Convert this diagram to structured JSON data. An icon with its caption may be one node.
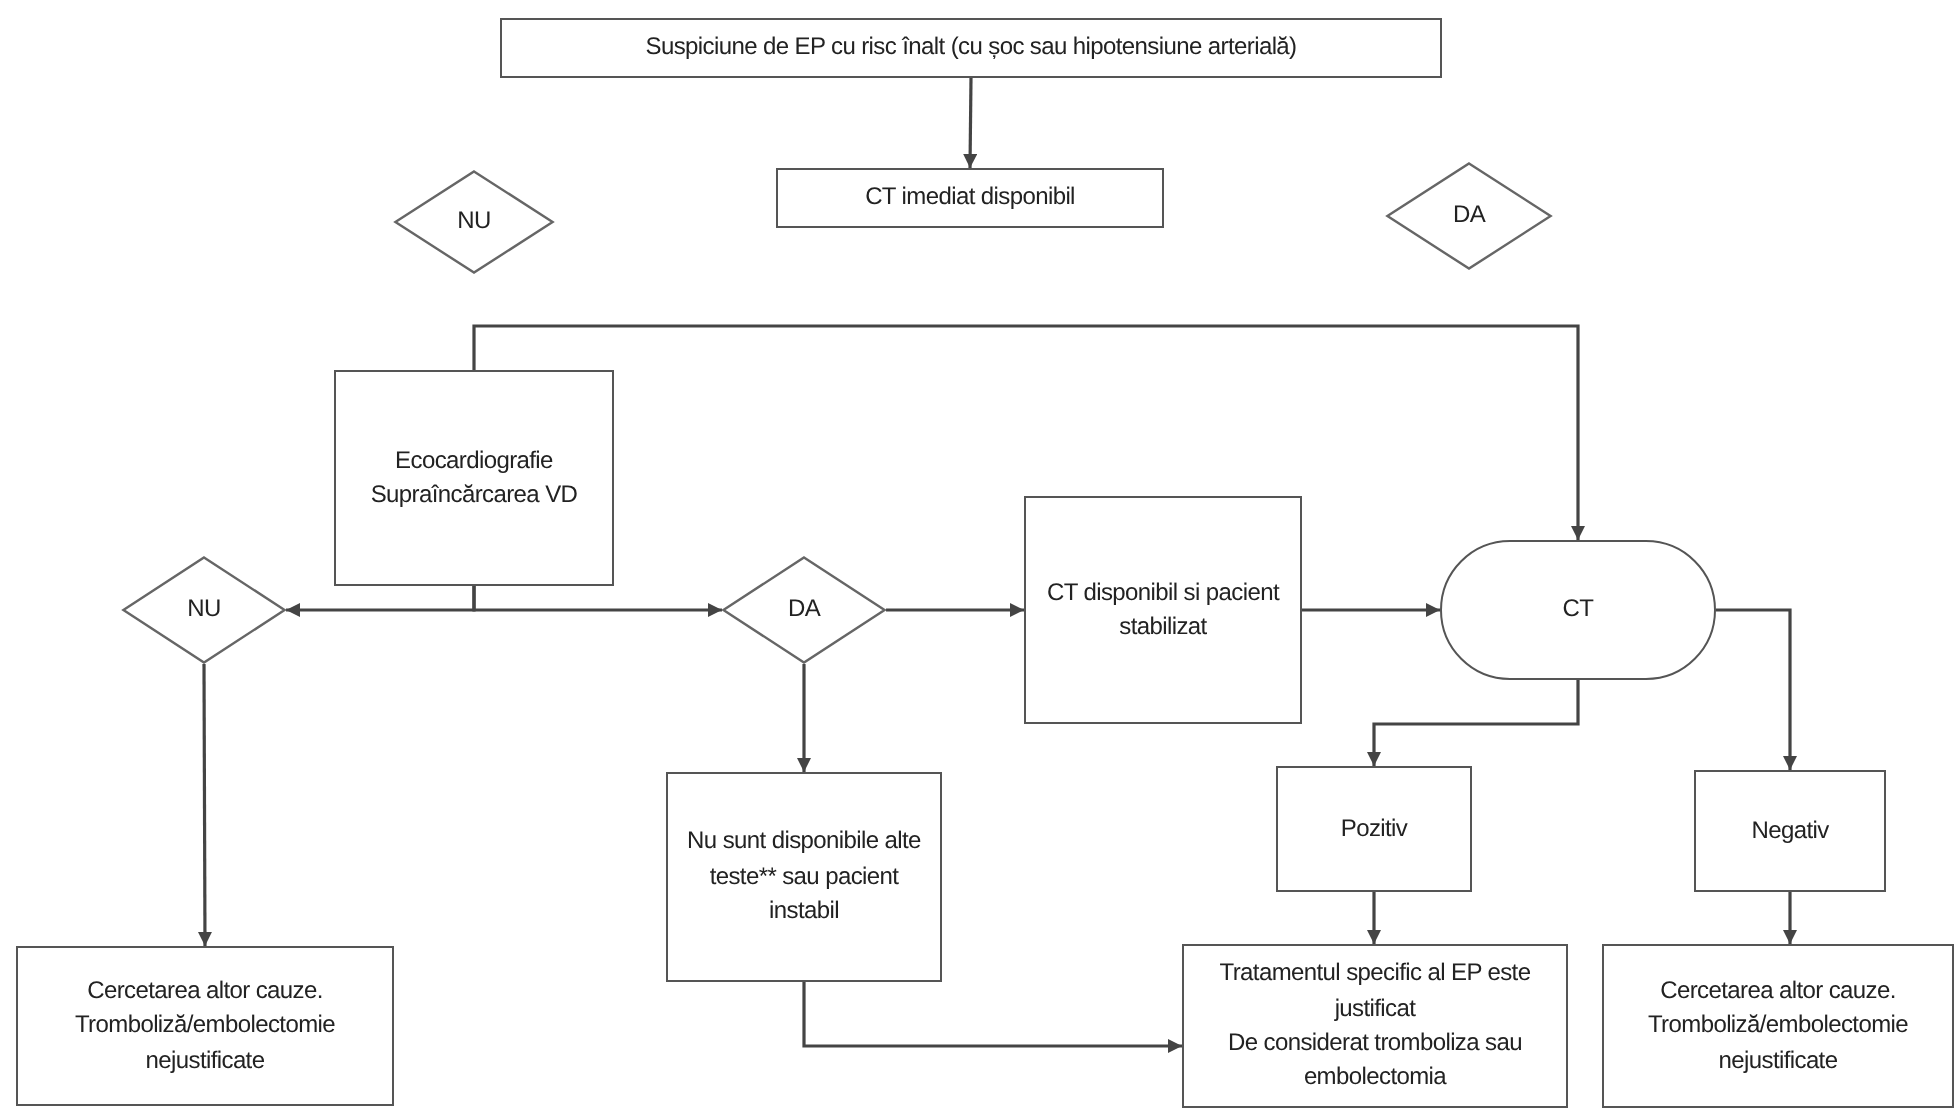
{
  "diagram": {
    "nodes": [
      {
        "text": [
          "Suspiciune de EP cu risc înalt (cu șoc sau hipotensiune arterială)"
        ]
      },
      {
        "text": [
          "CT imediat disponibil"
        ]
      },
      {
        "text": [
          "NU"
        ]
      },
      {
        "text": [
          "DA"
        ]
      },
      {
        "text": [
          "Ecocardiografie",
          "Supraîncărcarea VD"
        ]
      },
      {
        "text": [
          "NU"
        ]
      },
      {
        "text": [
          "DA"
        ]
      },
      {
        "text": [
          "CT disponibil si pacient stabilizat"
        ]
      },
      {
        "text": [
          "CT"
        ]
      },
      {
        "text": [
          "Nu sunt disponibile alte teste** sau pacient instabil"
        ]
      },
      {
        "text": [
          "Pozitiv"
        ]
      },
      {
        "text": [
          "Negativ"
        ]
      },
      {
        "text": [
          "Cercetarea altor cauze. Tromboliză/embolectomie nejustificate"
        ]
      },
      {
        "text": [
          "Tratamentul specific al EP este justificat",
          "De considerat tromboliza sau embolectomia"
        ]
      },
      {
        "text": [
          "Cercetarea altor cauze. Tromboliză/embolectomie nejustificate"
        ]
      }
    ],
    "edges": [
      {
        "from": 0,
        "to": 1,
        "arrow": "to"
      },
      {
        "from": 4,
        "to": 5,
        "arrow": "to"
      },
      {
        "from": 4,
        "to": 6,
        "arrow": "to"
      },
      {
        "from": 4,
        "to": 8,
        "arrow": "to"
      },
      {
        "from": 6,
        "to": 7,
        "arrow": "to"
      },
      {
        "from": 7,
        "to": 8,
        "arrow": "to"
      },
      {
        "from": 6,
        "to": 9,
        "arrow": "to"
      },
      {
        "from": 5,
        "to": 12,
        "arrow": "to"
      },
      {
        "from": 8,
        "to": 10,
        "arrow": "to"
      },
      {
        "from": 8,
        "to": 11,
        "arrow": "to"
      },
      {
        "from": 10,
        "to": 13,
        "arrow": "to"
      },
      {
        "from": 11,
        "to": 14,
        "arrow": "to"
      },
      {
        "from": 9,
        "to": 13,
        "arrow": "to"
      }
    ]
  }
}
